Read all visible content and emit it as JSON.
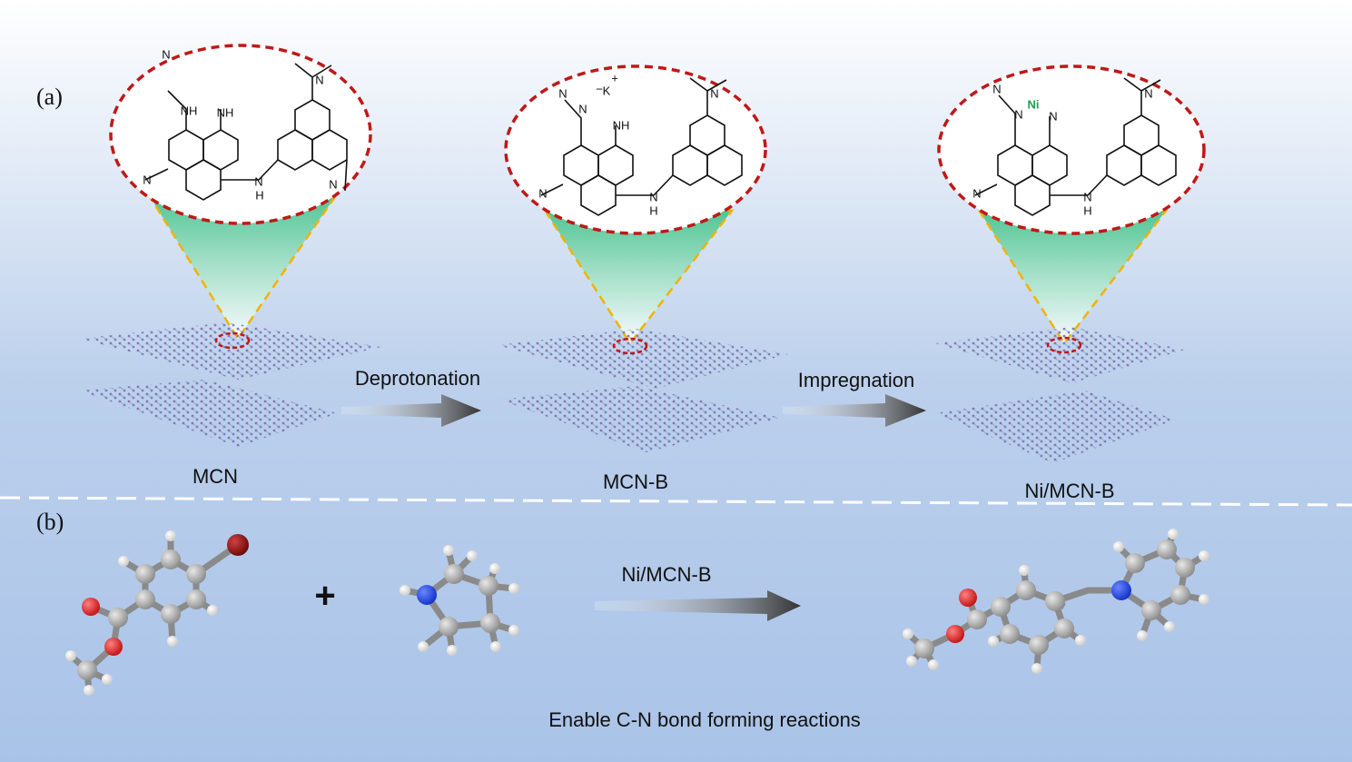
{
  "panels": {
    "a": "(a)",
    "b": "(b)"
  },
  "materials": [
    "MCN",
    "MCN-B",
    "Ni/MCN-B"
  ],
  "steps": [
    "Deprotonation",
    "Impregnation"
  ],
  "catalyst_label": "Ni/MCN-B",
  "caption": "Enable C-N bond forming reactions",
  "plus": "+",
  "atoms": {
    "nitrogen": "N",
    "imine": "NH",
    "amine_h": "H",
    "potassium": "K",
    "nickel": "Ni",
    "plus_charge": "+",
    "minus_charge": "−"
  },
  "colors": {
    "bg_top": "#ffffff",
    "bg_mid": "#bcd0ec",
    "bg_bottom": "#a9c3e8",
    "bubble_border": "#c01818",
    "cone_edge": "#f0b400",
    "cone_fill": "#3bbf86",
    "sheet_atoms": "#7a6aa8",
    "arrow_dark": "#333333",
    "carbon": "#9a9a9a",
    "oxygen": "#e02020",
    "nitrogen_atom": "#1a3ae0",
    "bromine": "#8a0f0f",
    "hydrogen": "#f2f2f2",
    "nickel_text": "#1aa050"
  }
}
